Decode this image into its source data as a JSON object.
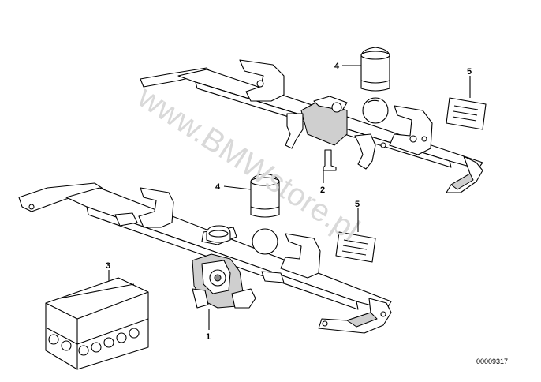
{
  "diagram": {
    "watermark": "www.BMWstore.pl",
    "drawing_code": "00009317",
    "callouts": [
      {
        "id": "1",
        "label": "1"
      },
      {
        "id": "2",
        "label": "2"
      },
      {
        "id": "3",
        "label": "3"
      },
      {
        "id": "4a",
        "label": "4"
      },
      {
        "id": "4b",
        "label": "4"
      },
      {
        "id": "5a",
        "label": "5"
      },
      {
        "id": "5b",
        "label": "5"
      }
    ]
  }
}
